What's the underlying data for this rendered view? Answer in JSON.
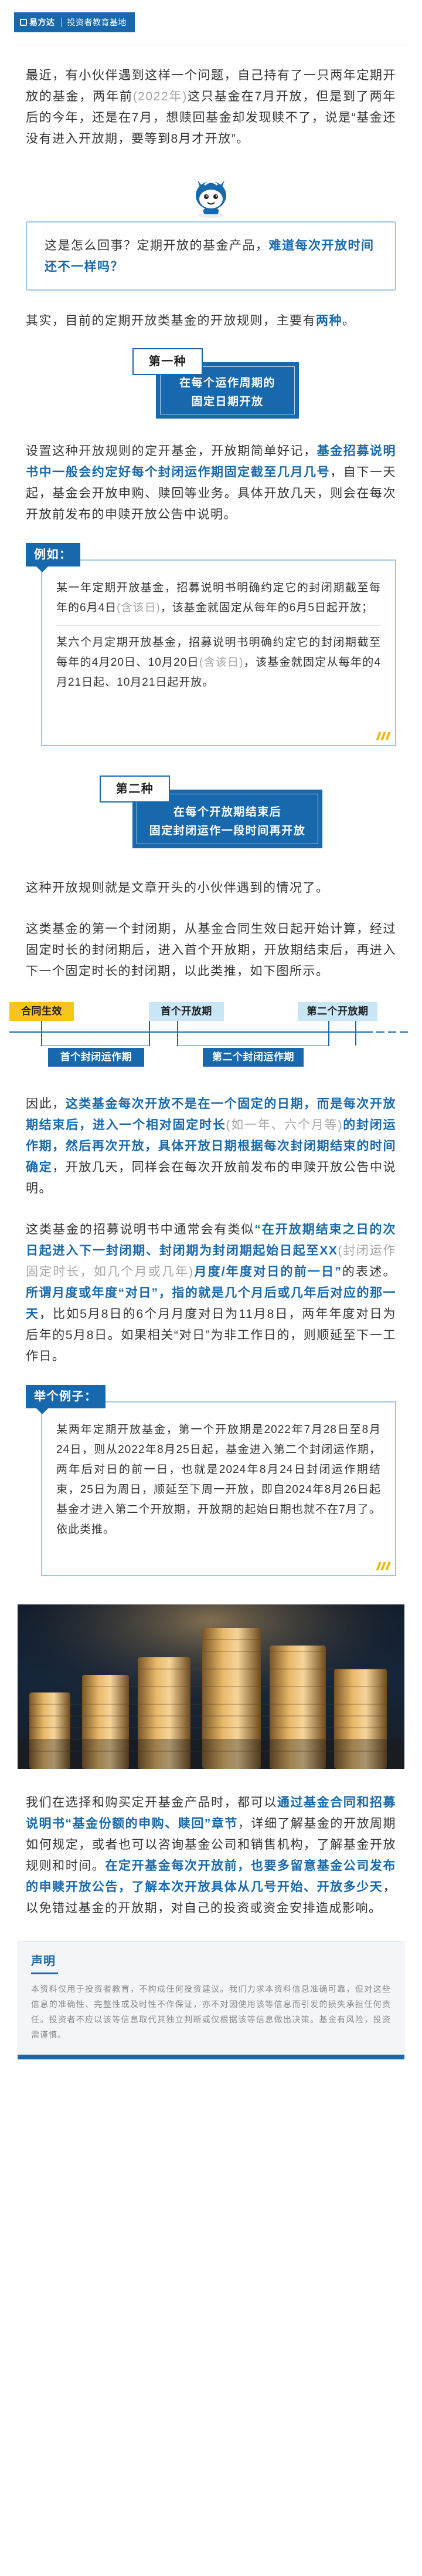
{
  "header": {
    "logo_text": "易方达",
    "channel": "投资者教育基地"
  },
  "intro": {
    "p1": "最近，有小伙伴遇到这样一个问题，自己持有了一只两年定期开放的基金，两年前",
    "p1_gray": "(2022年)",
    "p2": "这只基金在7月开放，但是到了两年后的今年，还是在7月，想赎回基金却发现赎不了，说是“基金还没有进入开放期，要等到8月才开放”。"
  },
  "question": {
    "text_a": "这是怎么回事？定期开放的基金产品，",
    "text_b": "难道每次开放时间还不一样吗？"
  },
  "rules_intro": {
    "text_a": "其实，目前的定期开放类基金的开放规则，主要有",
    "text_b": "两种",
    "text_c": "。"
  },
  "section1": {
    "tag": "第一种",
    "line1": "在每个运作周期的",
    "line2": "固定日期开放"
  },
  "section1_body": {
    "a": "设置这种开放规则的定开基金，开放期简单好记，",
    "b": "基金招募说明书中一般会约定好每个封闭运作期固定截至几月几号",
    "c": "，自下一天起，基金会开放申购、赎回等业务。具体开放几天，则会在每次开放前发布的申赎开放公告中说明。"
  },
  "example1": {
    "label": "例如：",
    "p1_a": "某一年定期开放基金，招募说明书明确约定它的封闭期截至每年的6月4日",
    "p1_gray": "(含该日)",
    "p1_b": "，该基金就固定从每年的6月5日起开放；",
    "p2_a": "某六个月定期开放基金，招募说明书明确约定它的封闭期截至每年的4月20日、10月20日",
    "p2_gray": "(含该日)",
    "p2_b": "，该基金就固定从每年的4月21日起、10月21日起开放。"
  },
  "section2": {
    "tag": "第二种",
    "line1": "在每个开放期结束后",
    "line2": "固定封闭运作一段时间再开放"
  },
  "section2_intro": "这种开放规则就是文章开头的小伙伴遇到的情况了。",
  "section2_body": "这类基金的第一个封闭期，从基金合同生效日起开始计算，经过固定时长的封闭期后，进入首个开放期，开放期结束后，再进入下一个固定时长的封闭期，以此类推，如下图所示。",
  "timeline": {
    "start": "合同生效",
    "open1": "首个开放期",
    "open2": "第二个开放期",
    "closed1": "首个封闭运作期",
    "closed2": "第二个封闭运作期"
  },
  "section2_explain": {
    "a": "因此，",
    "b": "这类基金每次开放不是在一个固定的日期，而是每次开放期结束后，进入一个相对固定时长",
    "gray": "(如一年、六个月等)",
    "c": "的封闭运作期，然后再次开放，具体开放日期根据每次封闭期结束的时间确定",
    "d": "，开放几天，同样会在每次开放前发布的申赎开放公告中说明。"
  },
  "section2_rule": {
    "a": "这类基金的招募说明书中通常会有类似",
    "b": "“在开放期结束之日的次日起进入下一封闭期、封闭期为封闭期起始日起至XX",
    "gray": "(封闭运作固定时长，如几个月或几年)",
    "c": "月度/年度对日的前一日”",
    "d": "的表述。",
    "e": "所谓月度或年度“对日”，指的就是几个月后或几年后对应的那一天",
    "f": "，比如5月8日的6个月月度对日为11月8日，两年年度对日为后年的5月8日。如果相关“对日”为非工作日的，则顺延至下一工作日。"
  },
  "example2": {
    "label": "举个例子：",
    "text": "某两年定期开放基金，第一个开放期是2022年7月28日至8月24日，则从2022年8月25日起，基金进入第二个封闭运作期，两年后对日的前一日，也就是2024年8月24日封闭运作期结束，25日为周日，顺延至下周一开放，即自2024年8月26日起基金才进入第二个开放期，开放期的起始日期也就不在7月了。依此类推。"
  },
  "summary": {
    "a": "我们在选择和购买定开基金产品时，都可以",
    "b": "通过基金合同和招募说明书“基金份额的申购、赎回”章节",
    "c": "，详细了解基金的开放周期如何规定，或者也可以咨询基金公司和销售机构，了解基金开放规则和时间。",
    "d": "在定开基金每次开放前，也要多留意基金公司发布的申赎开放公告，了解本次开放具体从几号开始、开放多少天",
    "e": "，以免错过基金的开放期，对自己的投资或资金安排造成影响。"
  },
  "disclaimer": {
    "title": "声明",
    "text": "本资料仅用于投资者教育，不构成任何投资建议。我们力求本资料信息准确可靠，但对这些信息的准确性、完整性或及时性不作保证，亦不对因使用该等信息而引发的损失承担任何责任。投资者不应以该等信息取代其独立判断或仅根据该等信息做出决策。基金有风险，投资需谨慎。"
  },
  "colors": {
    "accent": "#1768ac",
    "light": "#c8e6f6",
    "yellow": "#f5c518",
    "border": "#9cc6e8"
  }
}
